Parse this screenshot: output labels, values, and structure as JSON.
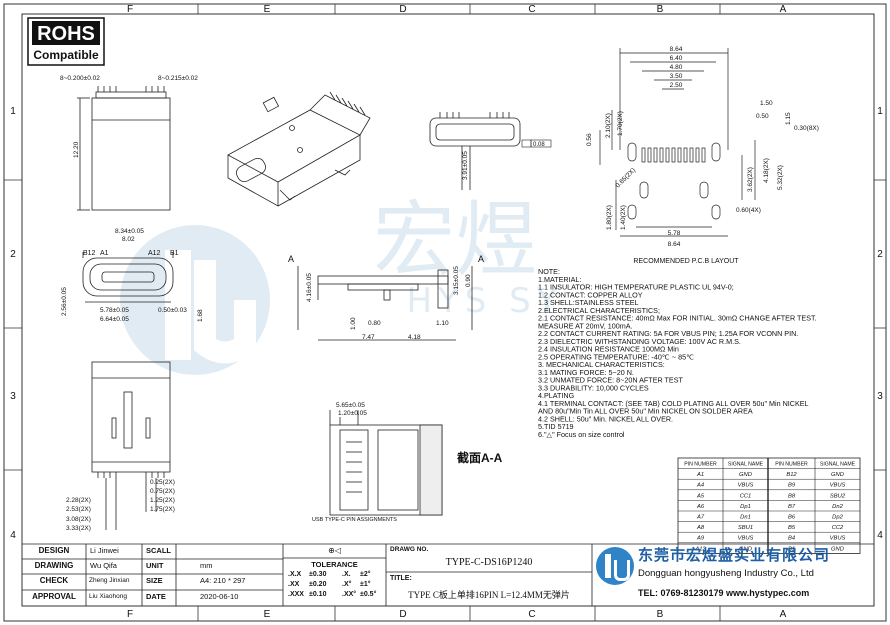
{
  "rohs": {
    "title": "ROHS",
    "subtitle": "Compatible"
  },
  "grid": {
    "top_letters": [
      "F",
      "E",
      "D",
      "C",
      "B",
      "A"
    ],
    "side_numbers": [
      "1",
      "2",
      "3",
      "4"
    ]
  },
  "dims": {
    "side_top_left": "8~0.200±0.02",
    "side_top_right": "8~0.215±0.02",
    "side_height": "12.20",
    "front_top1": "8.34±0.05",
    "front_top2": "8.02",
    "front_b12": "B12",
    "front_a1": "A1",
    "front_a12": "A12",
    "front_b1": "B1",
    "front_height": "2.56±0.05",
    "front_h2": "1.68",
    "front_bot1": "5.78±0.05",
    "front_bot2": "6.64±0.05",
    "front_bot3": "0.50±0.03",
    "end_h": "3.91±0.05",
    "end_tol": "0.08",
    "pcb_w1": "8.64",
    "pcb_w2": "6.40",
    "pcb_w3": "4.80",
    "pcb_w4": "3.50",
    "pcb_w5": "2.50",
    "pcb_w6": "1.50",
    "pcb_w7": "0.50",
    "pcb_w8": "1.15",
    "pcb_r1": "0.30(8X)",
    "pcb_l1": "2.10(2X)",
    "pcb_l2": "1.70(2X)",
    "pcb_l3": "0.56",
    "pcb_l4": "0.65(2X)",
    "pcb_r2": "4.18(2X)",
    "pcb_r3": "5.32(2X)",
    "pcb_r4": "3.62(2X)",
    "pcb_r5": "0.60(4X)",
    "pcb_l5": "1.80(2X)",
    "pcb_l6": "1.40(2X)",
    "pcb_b1": "5.78",
    "pcb_b2": "8.64",
    "pcb_caption": "RECOMMENDED P.C.B LAYOUT",
    "sect_h1": "4.16±0.05",
    "sect_h2": "3.15±0.05",
    "sect_h3": "0.90",
    "sect_d1": "1.00",
    "sect_d2": "0.80",
    "sect_d3": "1.10",
    "sect_d4": "7.47",
    "sect_d5": "4.18",
    "arrow_a": "A",
    "bottom_l1": "2.28(2X)",
    "bottom_l2": "2.53(2X)",
    "bottom_l3": "3.08(2X)",
    "bottom_l4": "3.33(2X)",
    "bottom_r1": "0.25(2X)",
    "bottom_r2": "0.75(2X)",
    "bottom_r3": "1.25(2X)",
    "bottom_r4": "1.75(2X)",
    "sec_w1": "5.65±0.05",
    "sec_w2": "1.20±0.05",
    "sec_caption": "USB TYPE-C PIN ASSIGNMENTS",
    "sec_label": "截面A-A"
  },
  "notes": [
    "NOTE:",
    "1.MATERIAL:",
    "   1.1 INSULATOR: HIGH TEMPERATURE PLASTIC UL 94V-0;",
    "   1.2 CONTACT: COPPER ALLOY",
    "   1.3 SHELL:STAINLESS STEEL",
    "2.ELECTRICAL CHARACTERISTICS;",
    "   2.1 CONTACT RESISTANCE: 40mΩ Max FOR INITIAL. 30mΩ CHANGE AFTER TEST.",
    "MEASURE AT 20mV, 100mA.",
    "   2.2 CONTACT CURRENT RATING: 5A FOR VBUS PIN; 1.25A FOR VCONN PIN.",
    "   2.3 DIELECTRIC WITHSTANDING VOLTAGE: 100V AC R.M.S.",
    "   2.4 INSULATION RESISTANCE 100MΩ Min",
    "   2.5 OPERATING TEMPERATURE: -40℃ ~ 85℃",
    "3. MECHANICAL CHARACTERISTICS:",
    "   3.1 MATING FORCE: 5~20 N.",
    "   3.2 UNMATED FORCE: 8~20N AFTER TEST",
    "   3.3 DURABILITY: 10,000 CYCLES",
    "4.PLATING",
    "   4.1 TERMINAL CONTACT: (SEE TAB) COLD PLATING ALL OVER 50u\" Min NICKEL",
    "AND 80u\"Min Tin ALL OVER 50u\" Min NICKEL ON SOLDER AREA",
    "   4.2 SHELL: 50u\" Min. NICKEL ALL OVER.",
    "5.TID 5719",
    "6.\"△\" Focus on size control"
  ],
  "pin_table": {
    "headers": [
      "PIN NUMBER",
      "SIGNAL NAME",
      "PIN NUMBER",
      "SIGNAL NAME"
    ],
    "rows": [
      [
        "A1",
        "GND",
        "B12",
        "GND"
      ],
      [
        "A4",
        "VBUS",
        "B9",
        "VBUS"
      ],
      [
        "A5",
        "CC1",
        "B8",
        "SBU2"
      ],
      [
        "A6",
        "Dp1",
        "B7",
        "Dn2"
      ],
      [
        "A7",
        "Dn1",
        "B6",
        "Dp2"
      ],
      [
        "A8",
        "SBU1",
        "B5",
        "CC2"
      ],
      [
        "A9",
        "VBUS",
        "B4",
        "VBUS"
      ],
      [
        "A12",
        "GND",
        "B1",
        "GND"
      ]
    ]
  },
  "title_block": {
    "design_label": "DESIGN",
    "design_value": "Li Jinwei",
    "drawing_label": "DRAWING",
    "drawing_value": "Wu Qifa",
    "check_label": "CHECK",
    "check_value": "Zheng Jinxian",
    "approval_label": "APPROVAL",
    "approval_value": "Liu Xiaohong",
    "scale_label": "SCALL",
    "scale_value": "",
    "unit_label": "UNIT",
    "unit_value": "mm",
    "size_label": "SIZE",
    "size_value": "A4: 210 * 297",
    "date_label": "DATE",
    "date_value": "2020-06-10",
    "tolerance_label": "TOLERANCE",
    "tol_rows": [
      [
        ".X.X",
        "±0.30",
        ".X.",
        "±2°"
      ],
      [
        ".XX",
        "±0.20",
        ".X°",
        "±1°"
      ],
      [
        ".XXX",
        "±0.10",
        ".XX°",
        "±0.5°"
      ]
    ],
    "drawing_no_label": "DRAWG NO.",
    "drawing_no_value": "TYPE-C-DS16P1240",
    "title_label": "TITLE:",
    "title_value": "TYPE C板上单排16PIN L=12.4MM无弹片",
    "company_cn": "东莞市宏煜盛实业有限公司",
    "company_en": "Dongguan hongyusheng Industry Co., Ltd",
    "contact": "TEL: 0769-81230179   www.hystypec.com"
  },
  "watermark": {
    "cn": "宏煜",
    "en": "HYS  SY"
  },
  "colors": {
    "watermark": "#c7dbea",
    "logo_blue": "#2f83c6",
    "line": "#222222"
  }
}
